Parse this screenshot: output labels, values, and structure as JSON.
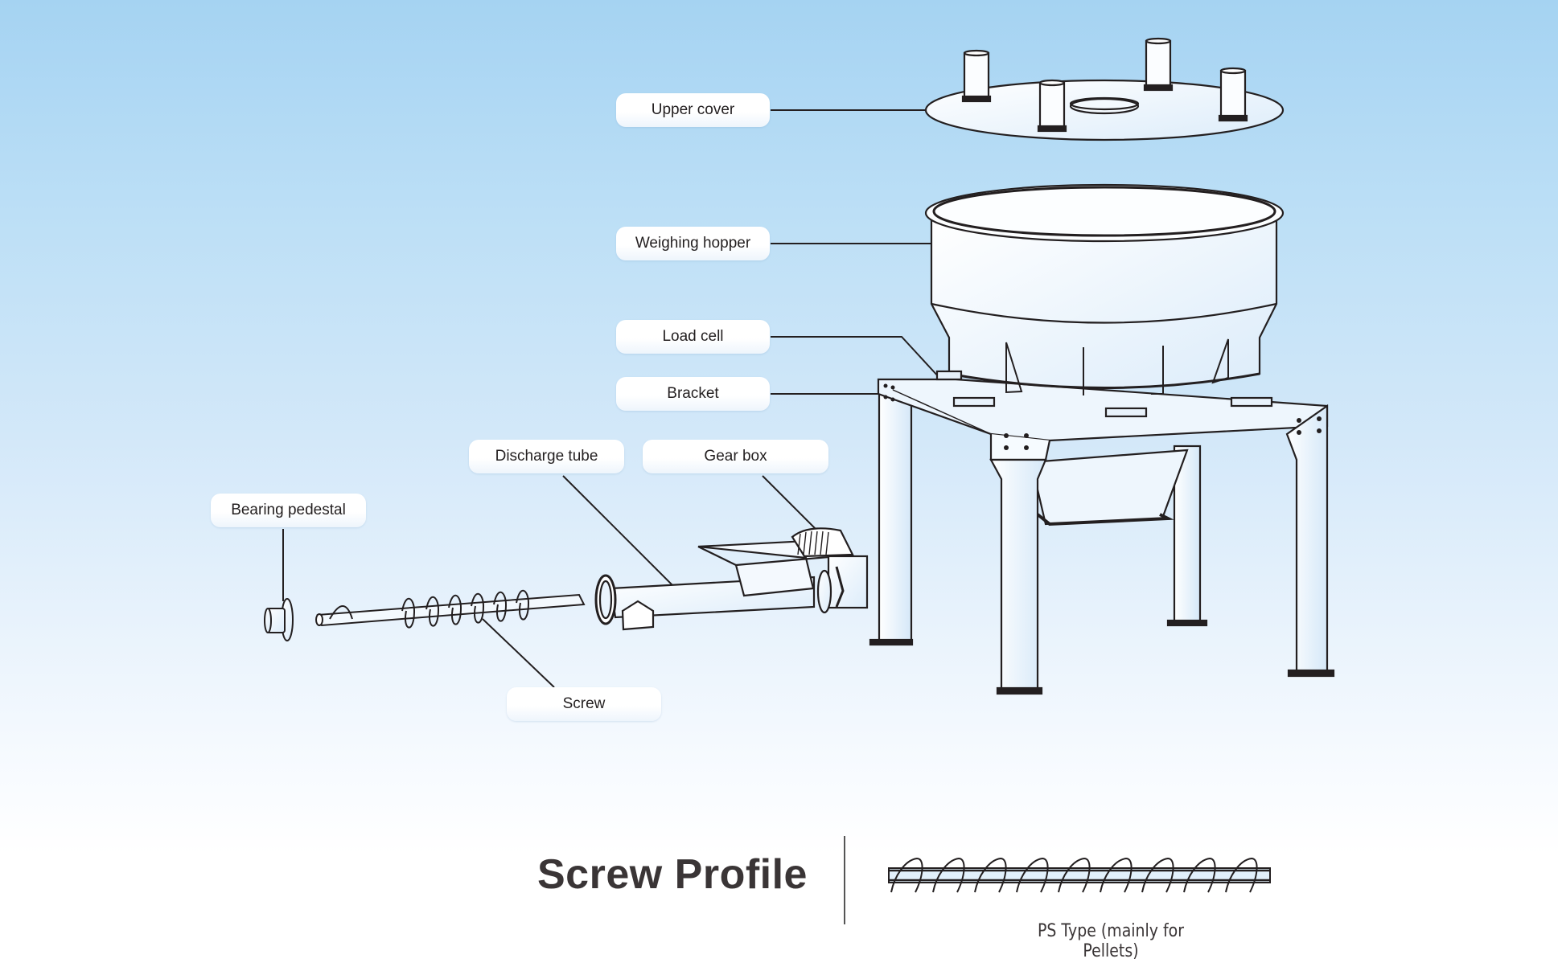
{
  "diagram": {
    "subject": "Screw feeder with weighing hopper (exploded view)",
    "labels": {
      "upper_cover": "Upper cover",
      "weighing_hopper": "Weighing hopper",
      "load_cell": "Load cell",
      "bracket": "Bracket",
      "discharge_tube": "Discharge tube",
      "gear_box": "Gear box",
      "bearing_pedestal": "Bearing pedestal",
      "screw": "Screw"
    },
    "upper_cover_port_count": 4,
    "screw_profile_flight_count": 9
  },
  "screw_profile": {
    "title": "Screw Profile",
    "caption": "PS Type (mainly for Pellets)"
  },
  "colors": {
    "background_top": "#a5d3f2",
    "background_bottom": "#ffffff",
    "line": "#231f20",
    "label_text": "#231f20",
    "title_text": "#3a3536",
    "part_fill": "#eaf4fd"
  }
}
